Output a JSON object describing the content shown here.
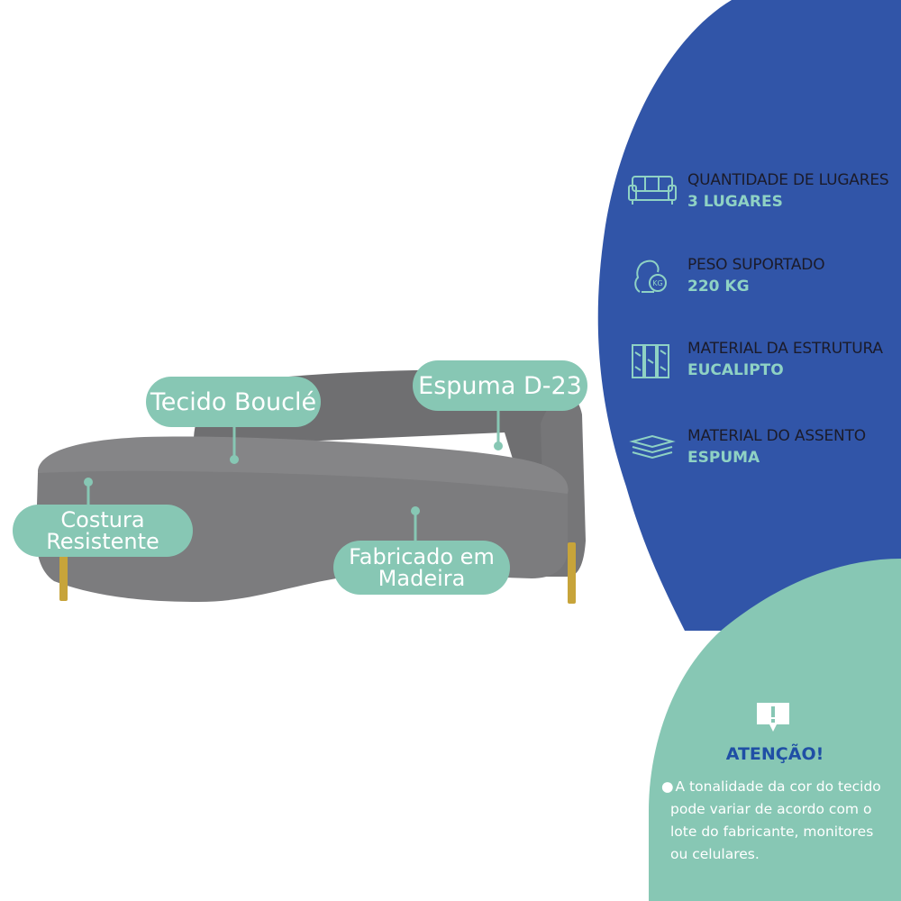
{
  "colors": {
    "blue_panel": "#3155a8",
    "mint": "#87c7b4",
    "mint_text": "#8fd2c4",
    "sofa_gray": "#7c7c7e",
    "gold": "#c7a43a",
    "dark_text": "#1b1b2a",
    "warn_title": "#1f4fa5"
  },
  "callouts": {
    "tecido": {
      "text": "Tecido Bouclé"
    },
    "espuma": {
      "text": "Espuma D-23"
    },
    "costura": {
      "line1": "Costura",
      "line2": "Resistente"
    },
    "fabricado": {
      "line1": "Fabricado em",
      "line2": "Madeira"
    }
  },
  "specs": [
    {
      "icon": "sofa-icon",
      "label": "QUANTIDADE DE LUGARES",
      "value": "3 LUGARES"
    },
    {
      "icon": "weight-kg-icon",
      "label": "PESO SUPORTADO",
      "value": "220 KG"
    },
    {
      "icon": "wood-planks-icon",
      "label": "MATERIAL DA ESTRUTURA",
      "value": "EUCALIPTO"
    },
    {
      "icon": "foam-layers-icon",
      "label": "MATERIAL DO ASSENTO",
      "value": "ESPUMA"
    }
  ],
  "warning": {
    "icon": "alert-message-icon",
    "title": "ATENÇÃO!",
    "bullet": "●",
    "lines": [
      "A tonalidade da cor do tecido",
      "pode variar de acordo com o",
      "lote do fabricante, monitores",
      "ou celulares."
    ]
  }
}
